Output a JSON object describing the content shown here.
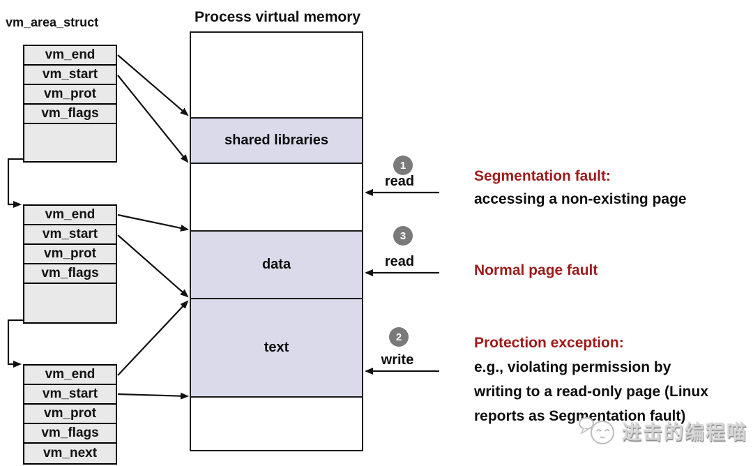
{
  "diagram": {
    "left_title": "vm_area_struct",
    "column_title": "Process virtual memory"
  },
  "structs": [
    {
      "fields": [
        "vm_end",
        "vm_start",
        "vm_prot",
        "vm_flags"
      ]
    },
    {
      "fields": [
        "vm_end",
        "vm_start",
        "vm_prot",
        "vm_flags"
      ]
    },
    {
      "fields": [
        "vm_end",
        "vm_start",
        "vm_prot",
        "vm_flags",
        "vm_next"
      ]
    }
  ],
  "memory_regions": [
    {
      "label": "shared libraries"
    },
    {
      "label": "data"
    },
    {
      "label": "text"
    }
  ],
  "access_markers": [
    {
      "number": "1",
      "action": "read"
    },
    {
      "number": "3",
      "action": "read"
    },
    {
      "number": "2",
      "action": "write"
    }
  ],
  "annotations": [
    {
      "heading": "Segmentation fault:",
      "lines": [
        "accessing a non-existing page"
      ]
    },
    {
      "heading": "Normal page fault",
      "lines": []
    },
    {
      "heading": "Protection exception:",
      "lines": [
        "e.g., violating permission by",
        "writing to a read-only page (Linux",
        "reports as Segmentation fault)"
      ]
    }
  ],
  "watermark": {
    "text": "进击的编程喵"
  },
  "colors": {
    "accent_red": "#9e1b1b",
    "region_fill": "#dadaeb",
    "struct_fill": "#e9e9e9",
    "badge_gray": "#7a7a7a",
    "line_black": "#111111"
  }
}
